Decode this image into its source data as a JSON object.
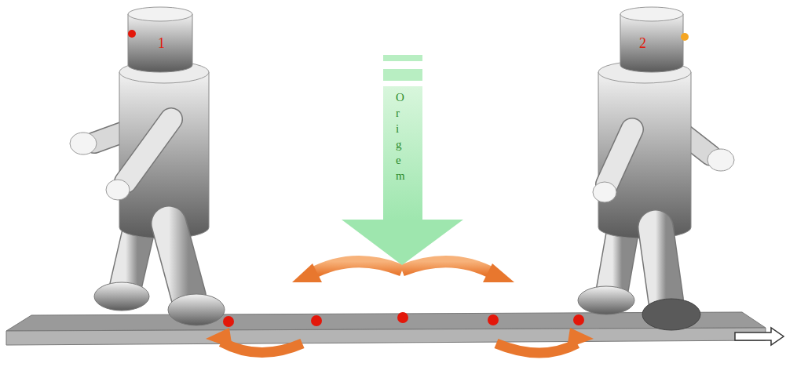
{
  "diagram": {
    "labels": [
      "1",
      "2",
      "Origem"
    ]
  }
}
